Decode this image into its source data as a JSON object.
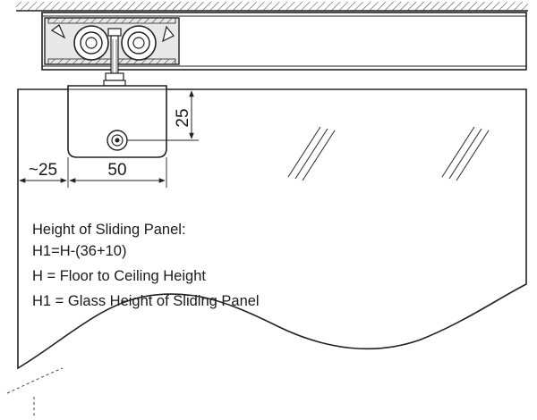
{
  "dimensions": {
    "edge_offset": "~25",
    "bracket_width": "50",
    "hole_height": "25"
  },
  "notes": {
    "line1": "Height of Sliding Panel:",
    "line2": "H1=H-(36+10)",
    "line3": "H = Floor to Ceiling Height",
    "line4": "H1 = Glass Height of Sliding Panel"
  },
  "colors": {
    "line": "#222222",
    "rail_fill": "#f2f2f2"
  }
}
